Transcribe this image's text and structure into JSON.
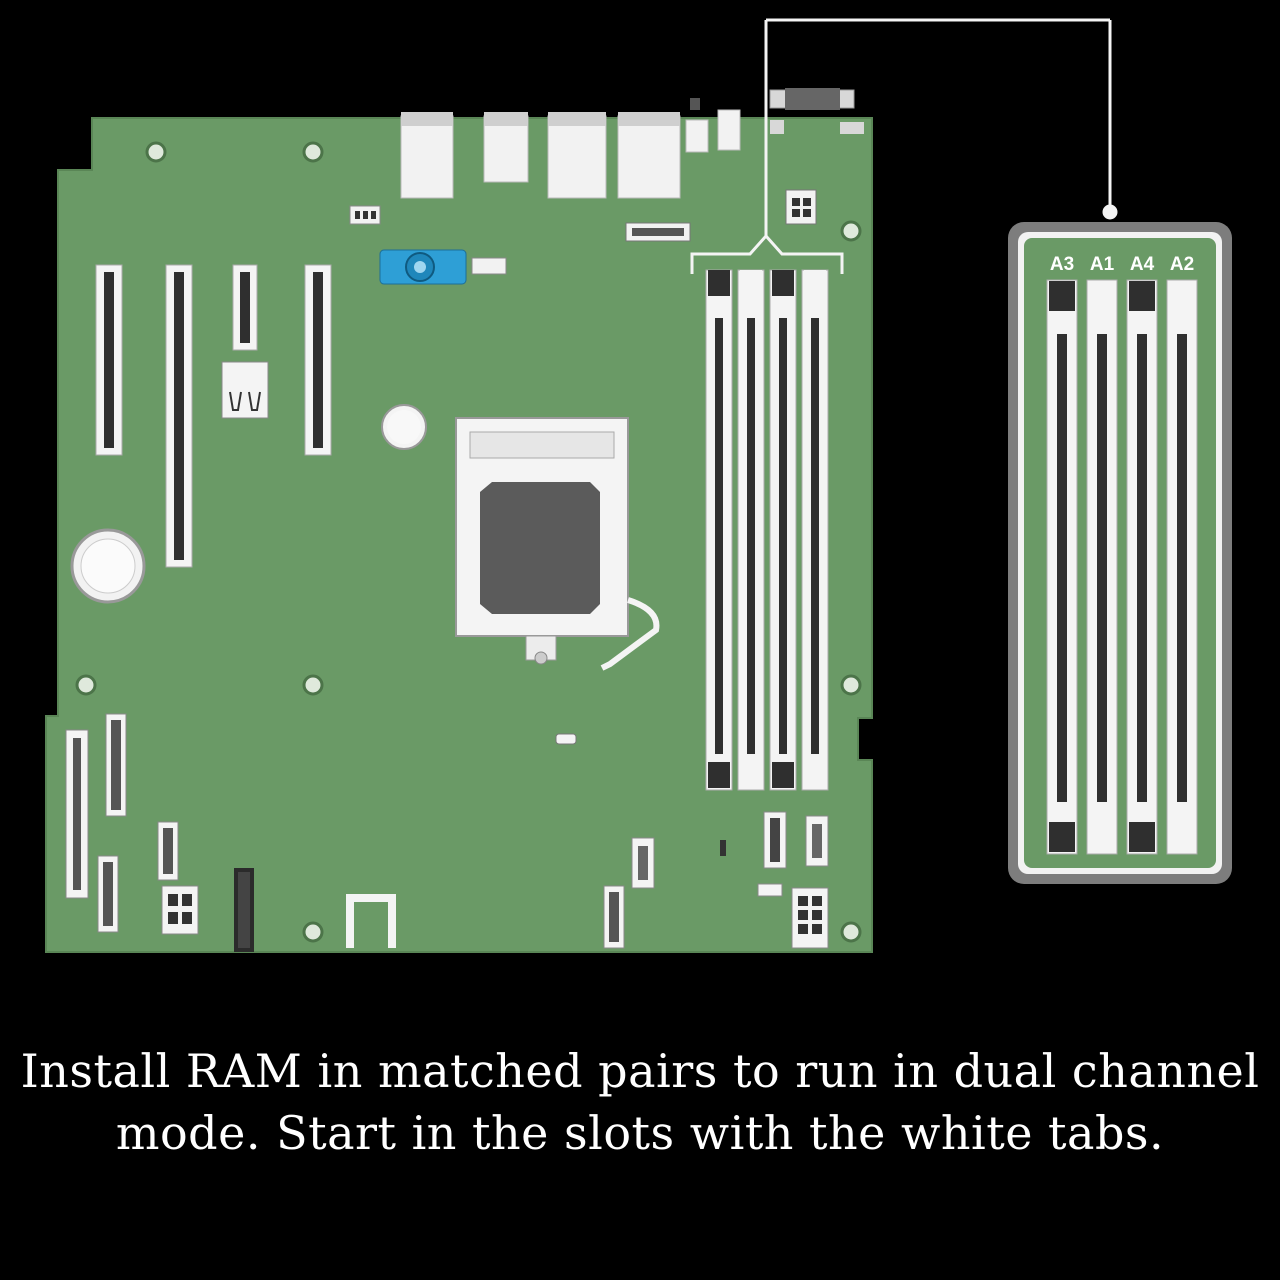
{
  "inset": {
    "slots": [
      {
        "label": "A3",
        "tab_color": "dark"
      },
      {
        "label": "A1",
        "tab_color": "white"
      },
      {
        "label": "A4",
        "tab_color": "dark"
      },
      {
        "label": "A2",
        "tab_color": "white"
      }
    ]
  },
  "caption": {
    "line1": "Install RAM in matched pairs to run in dual channel",
    "line2": "mode.  Start in the slots with the white tabs."
  },
  "colors": {
    "board": "#6a9a66",
    "slot_white": "#f4f4f4",
    "slot_dark": "#2f2f2f",
    "connector_blue": "#2e9fd6",
    "background": "#000000"
  }
}
